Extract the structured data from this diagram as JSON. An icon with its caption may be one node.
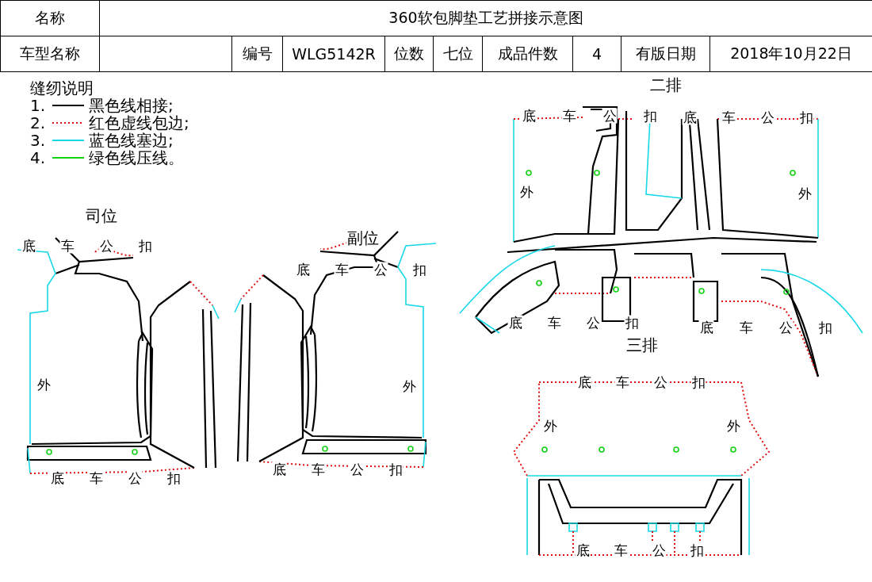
{
  "diagram": {
    "labels": [
      "名称",
      "360软包脚垫工艺拼接示意图",
      "车型名称",
      "编号",
      "WLG5142R",
      "位数",
      "七位",
      "成品件数",
      "4",
      "有版日期",
      "2018年10月22日",
      "缝纫说明",
      "1.",
      "2.",
      "3.",
      "4.",
      "二排",
      "司位",
      "副位",
      "三排",
      "底",
      "车",
      "公",
      "扣",
      "底",
      "车",
      "公",
      "扣",
      "底",
      "车",
      "公",
      "扣",
      "底",
      "车",
      "公",
      "扣",
      "外",
      "外",
      "底",
      "车",
      "公",
      "扣",
      "底",
      "车",
      "公",
      "扣",
      "外",
      "外",
      "底",
      "车",
      "公",
      "扣",
      "外",
      "外",
      "底",
      "车",
      "公",
      "扣",
      "底",
      "车",
      "公",
      "扣",
      "底",
      "车",
      "公",
      "扣"
    ],
    "legend": [
      {
        "text": "黑色线相接;"
      },
      {
        "text": "红色虚线包边;"
      },
      {
        "text": "蓝色线塞边;"
      },
      {
        "text": "绿色线压线。"
      }
    ]
  }
}
